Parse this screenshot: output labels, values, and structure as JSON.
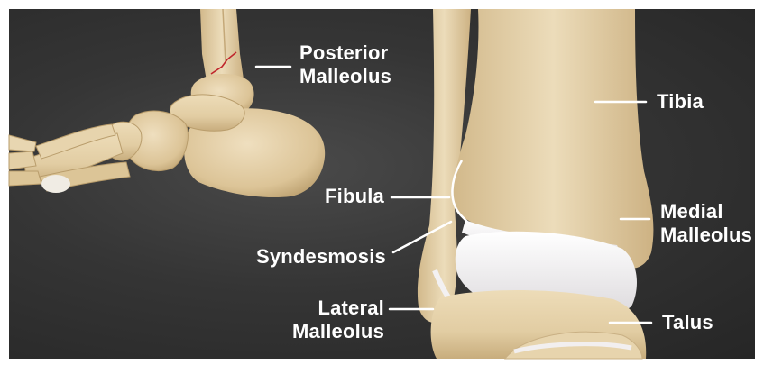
{
  "labels": {
    "posterior_malleolus": [
      "Posterior",
      "Malleolus"
    ],
    "tibia": "Tibia",
    "fibula": "Fibula",
    "syndesmosis": "Syndesmosis",
    "medial_malleolus": [
      "Medial",
      "Malleolus"
    ],
    "lateral_malleolus": [
      "Lateral",
      "Malleolus"
    ],
    "talus": "Talus"
  },
  "colors": {
    "background": "#2f2f2f",
    "bone": "#e6d3ad",
    "bone_shadow": "#b99d6c",
    "cartilage": "#f1eff0",
    "fracture_line": "#c0252c",
    "leader_line": "#ffffff",
    "text": "#ffffff"
  }
}
